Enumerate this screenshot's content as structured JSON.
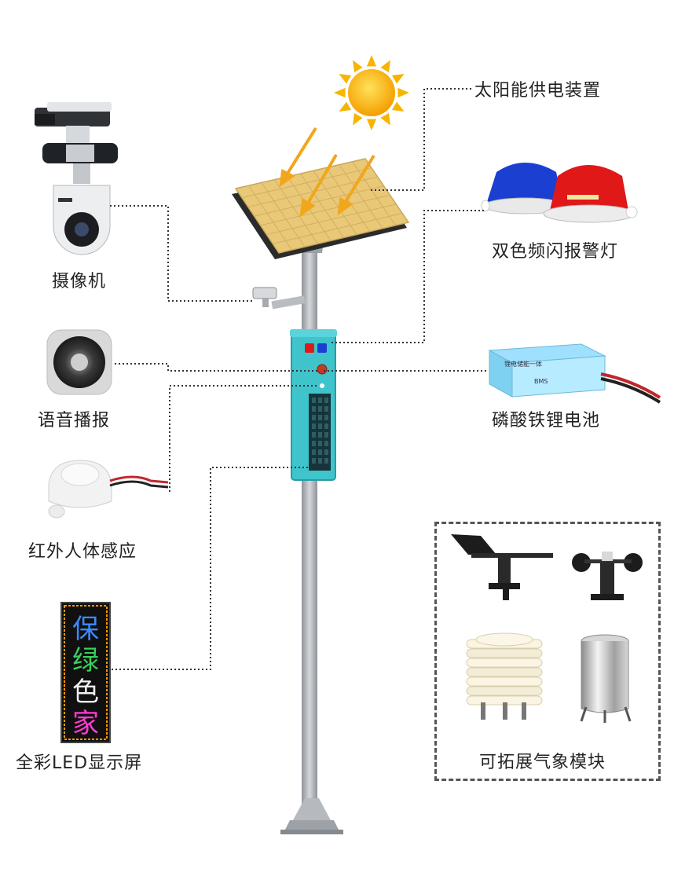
{
  "labels": {
    "solar": "太阳能供电装置",
    "camera": "摄像机",
    "alarm": "双色频闪报警灯",
    "speaker": "语音播报",
    "battery": "磷酸铁锂电池",
    "pir": "红外人体感应",
    "led": "全彩LED显示屏",
    "weather": "可拓展气象模块"
  },
  "led_text": [
    "保",
    "绿",
    "色",
    "家"
  ],
  "battery_text": {
    "top": "锂电储能一体",
    "bottom": "BMS"
  },
  "colors": {
    "cabinet": "#3fc4cc",
    "pole": "#a9adb3",
    "solar_panel": "#e9c978",
    "sun": "#f7b500",
    "alarm_blue": "#1b3fd1",
    "alarm_red": "#e01818",
    "led_text": [
      "#3a8cff",
      "#39d05a",
      "#f0f0f0",
      "#ff3cd2"
    ]
  }
}
